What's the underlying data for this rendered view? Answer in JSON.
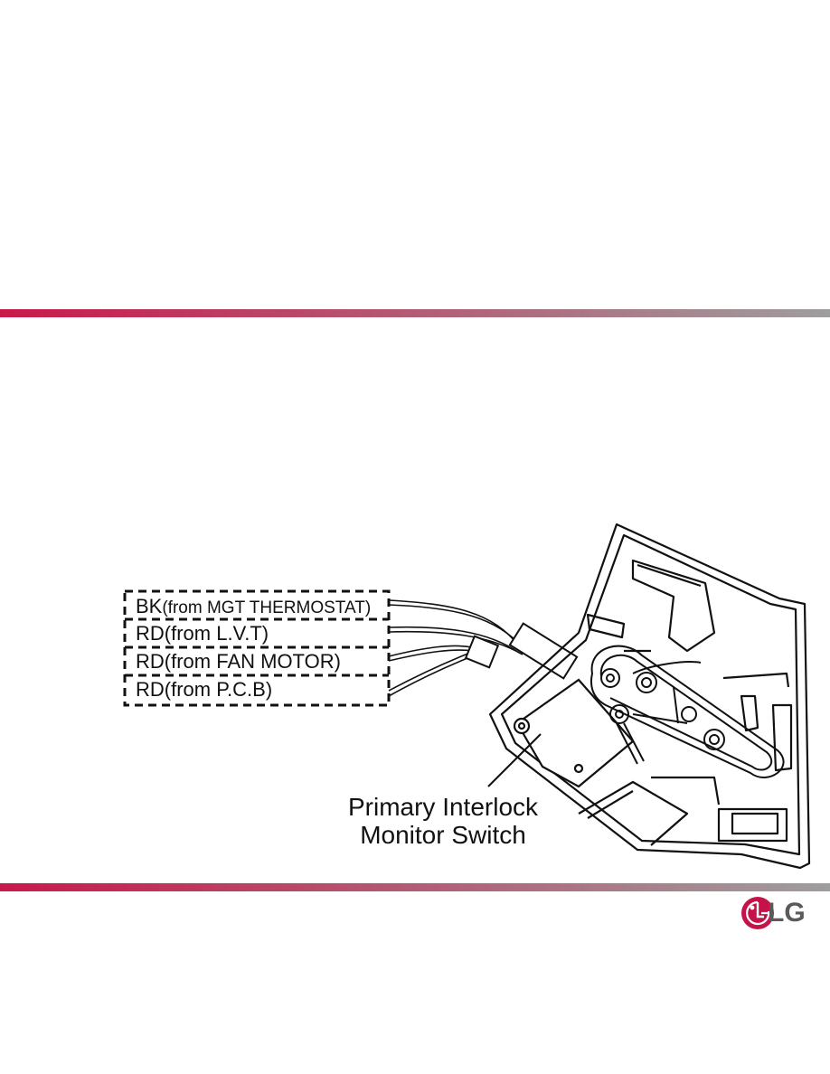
{
  "colors": {
    "bar_start": "#c8194b",
    "bar_end": "#9e9e9e",
    "logo_red": "#c5134a",
    "logo_text": "#5a5a5a",
    "ink": "#111111"
  },
  "wires": [
    {
      "code": "BK",
      "source": "(from MGT THERMOSTAT)"
    },
    {
      "code": "RD",
      "source": "(from L.V.T)"
    },
    {
      "code": "RD",
      "source": "(from FAN MOTOR)"
    },
    {
      "code": "RD",
      "source": "(from P.C.B)"
    }
  ],
  "callout": {
    "line1": "Primary Interlock",
    "line2": "Monitor Switch"
  },
  "logo": {
    "icon": "lg-face-icon",
    "text": "LG"
  }
}
